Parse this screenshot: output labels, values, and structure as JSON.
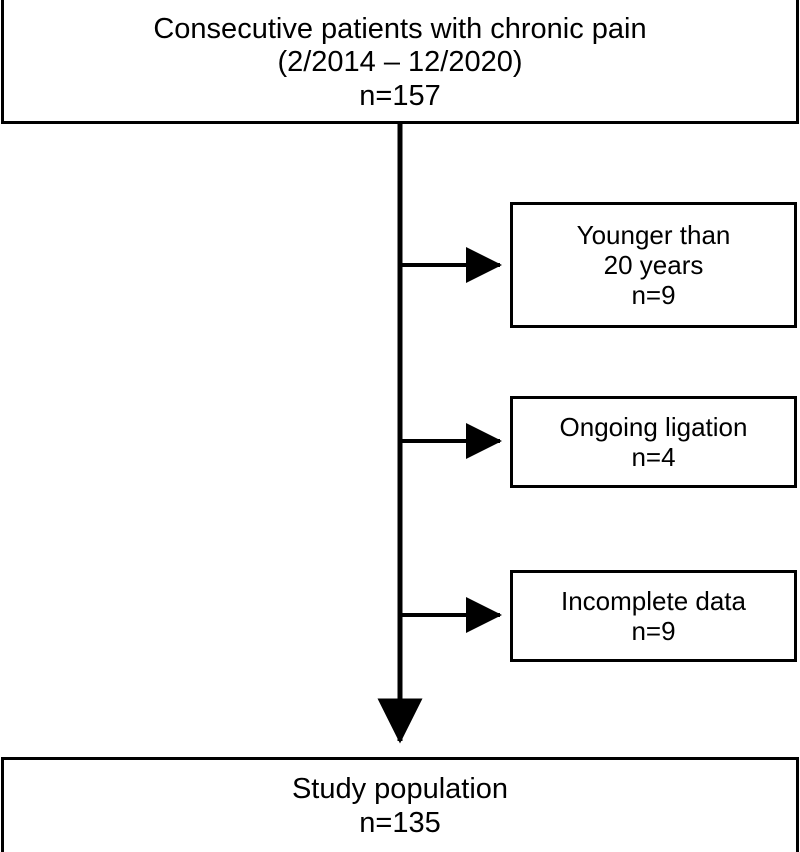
{
  "figure": {
    "type": "flowchart",
    "orientation": "vertical",
    "colors": {
      "background": "#ffffff",
      "stroke": "#000000",
      "text": "#000000",
      "box_fill": "#ffffff"
    }
  },
  "chart_data": {
    "type": "flow-diagram",
    "title": "",
    "nodes": [
      {
        "id": "source",
        "lines": [
          "Consecutive patients with chronic pain",
          "(2/2014 – 12/2020)",
          "n=157"
        ],
        "n": 157
      },
      {
        "id": "excluded-age",
        "lines": [
          "Younger than",
          "20 years",
          "n=9"
        ],
        "n": 9
      },
      {
        "id": "excluded-ligation",
        "lines": [
          "Ongoing ligation",
          "n=4"
        ],
        "n": 4
      },
      {
        "id": "excluded-data",
        "lines": [
          "Incomplete data",
          "n=9"
        ],
        "n": 9
      },
      {
        "id": "study",
        "lines": [
          "Study population",
          "n=135"
        ],
        "n": 135
      }
    ],
    "edges": [
      {
        "from": "source",
        "to": "excluded-age",
        "kind": "branch-right"
      },
      {
        "from": "source",
        "to": "excluded-ligation",
        "kind": "branch-right"
      },
      {
        "from": "source",
        "to": "excluded-data",
        "kind": "branch-right"
      },
      {
        "from": "source",
        "to": "study",
        "kind": "trunk-down"
      }
    ]
  },
  "boxes": {
    "source": {
      "line1": "Consecutive patients with chronic pain",
      "line2": "(2/2014 – 12/2020)",
      "line3": "n=157"
    },
    "exclusions": [
      {
        "line1": "Younger than",
        "line2": "20 years",
        "line3": "n=9"
      },
      {
        "line1": "Ongoing ligation",
        "line2": "n=4"
      },
      {
        "line1": "Incomplete data",
        "line2": "n=9"
      }
    ],
    "study": {
      "line1": "Study population",
      "line2": "n=135"
    }
  }
}
